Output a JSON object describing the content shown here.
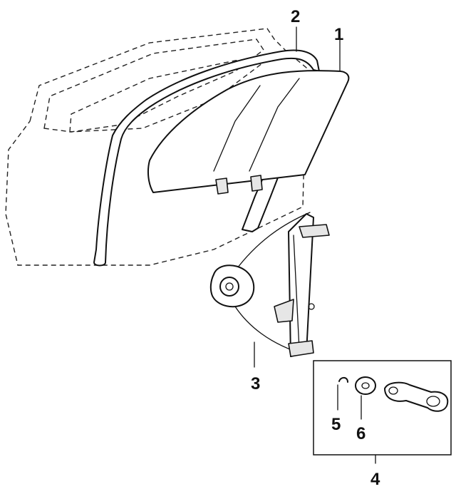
{
  "callouts": {
    "glass": "1",
    "run_channel": "2",
    "regulator": "3",
    "handle_kit": "4",
    "clip": "5",
    "washer": "6"
  }
}
